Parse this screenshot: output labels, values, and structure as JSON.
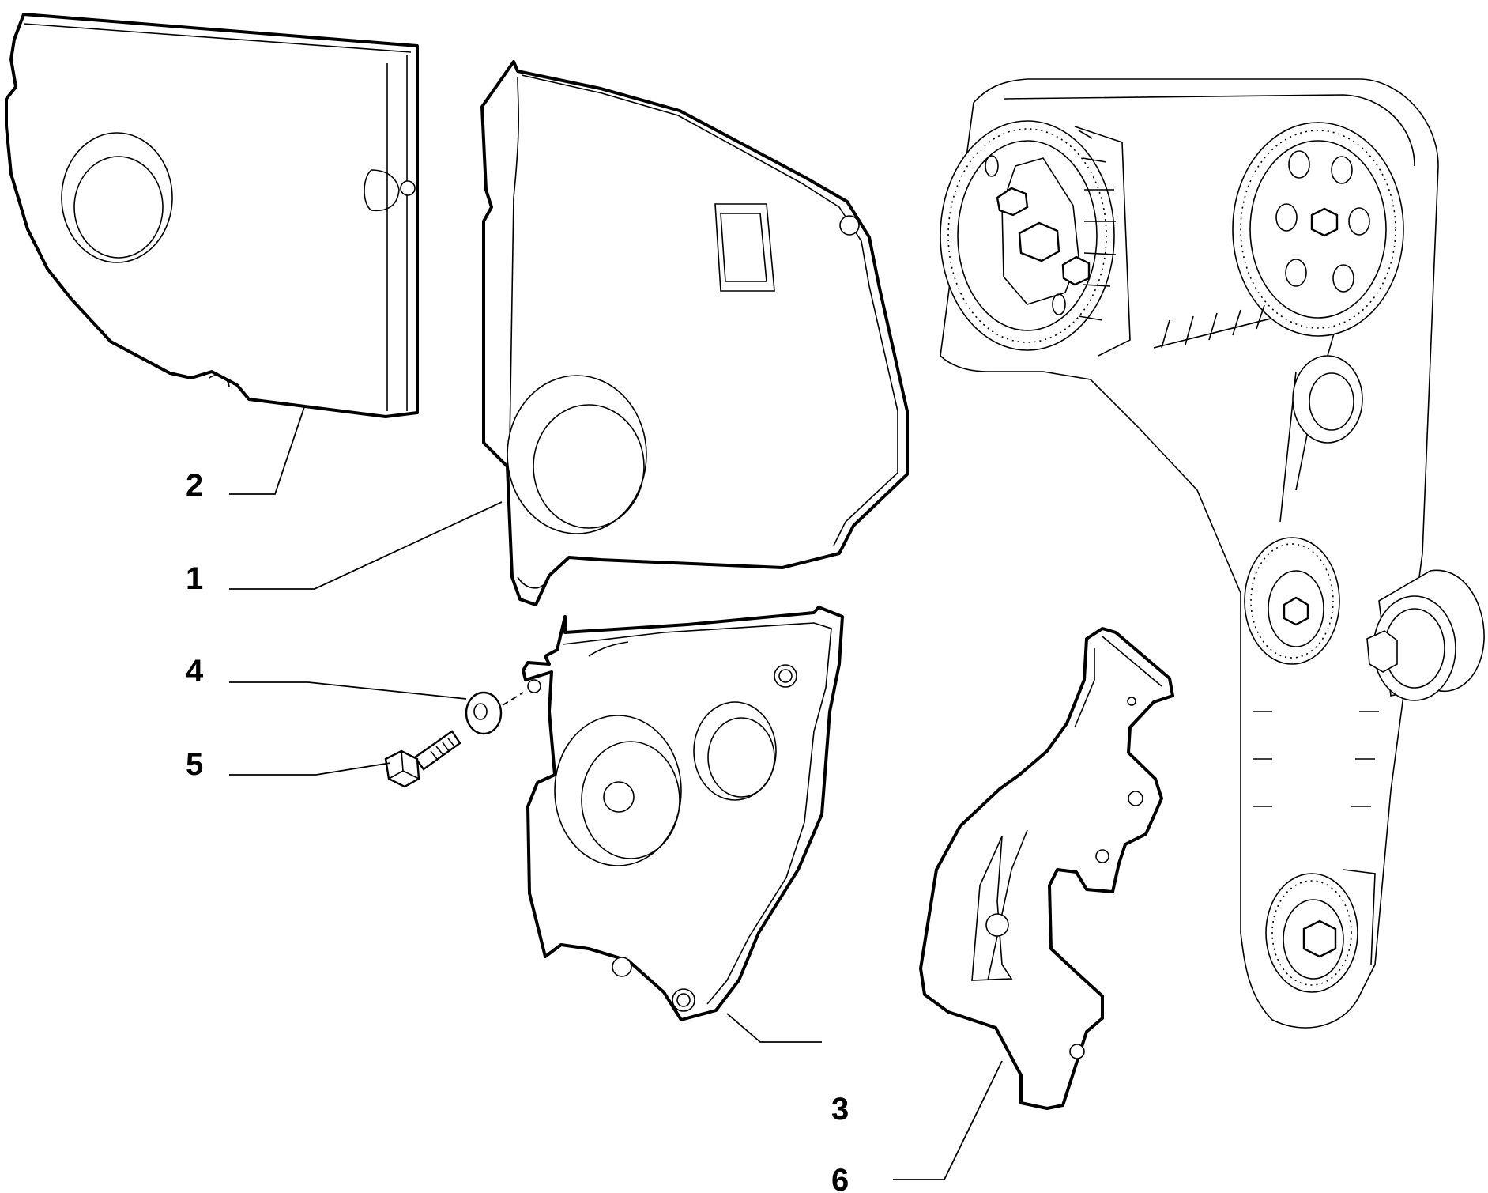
{
  "callouts": [
    {
      "id": "1",
      "label": "1"
    },
    {
      "id": "2",
      "label": "2"
    },
    {
      "id": "3",
      "label": "3"
    },
    {
      "id": "4",
      "label": "4"
    },
    {
      "id": "5",
      "label": "5"
    },
    {
      "id": "6",
      "label": "6"
    }
  ],
  "colors": {
    "line": "#000000",
    "background": "#ffffff"
  }
}
